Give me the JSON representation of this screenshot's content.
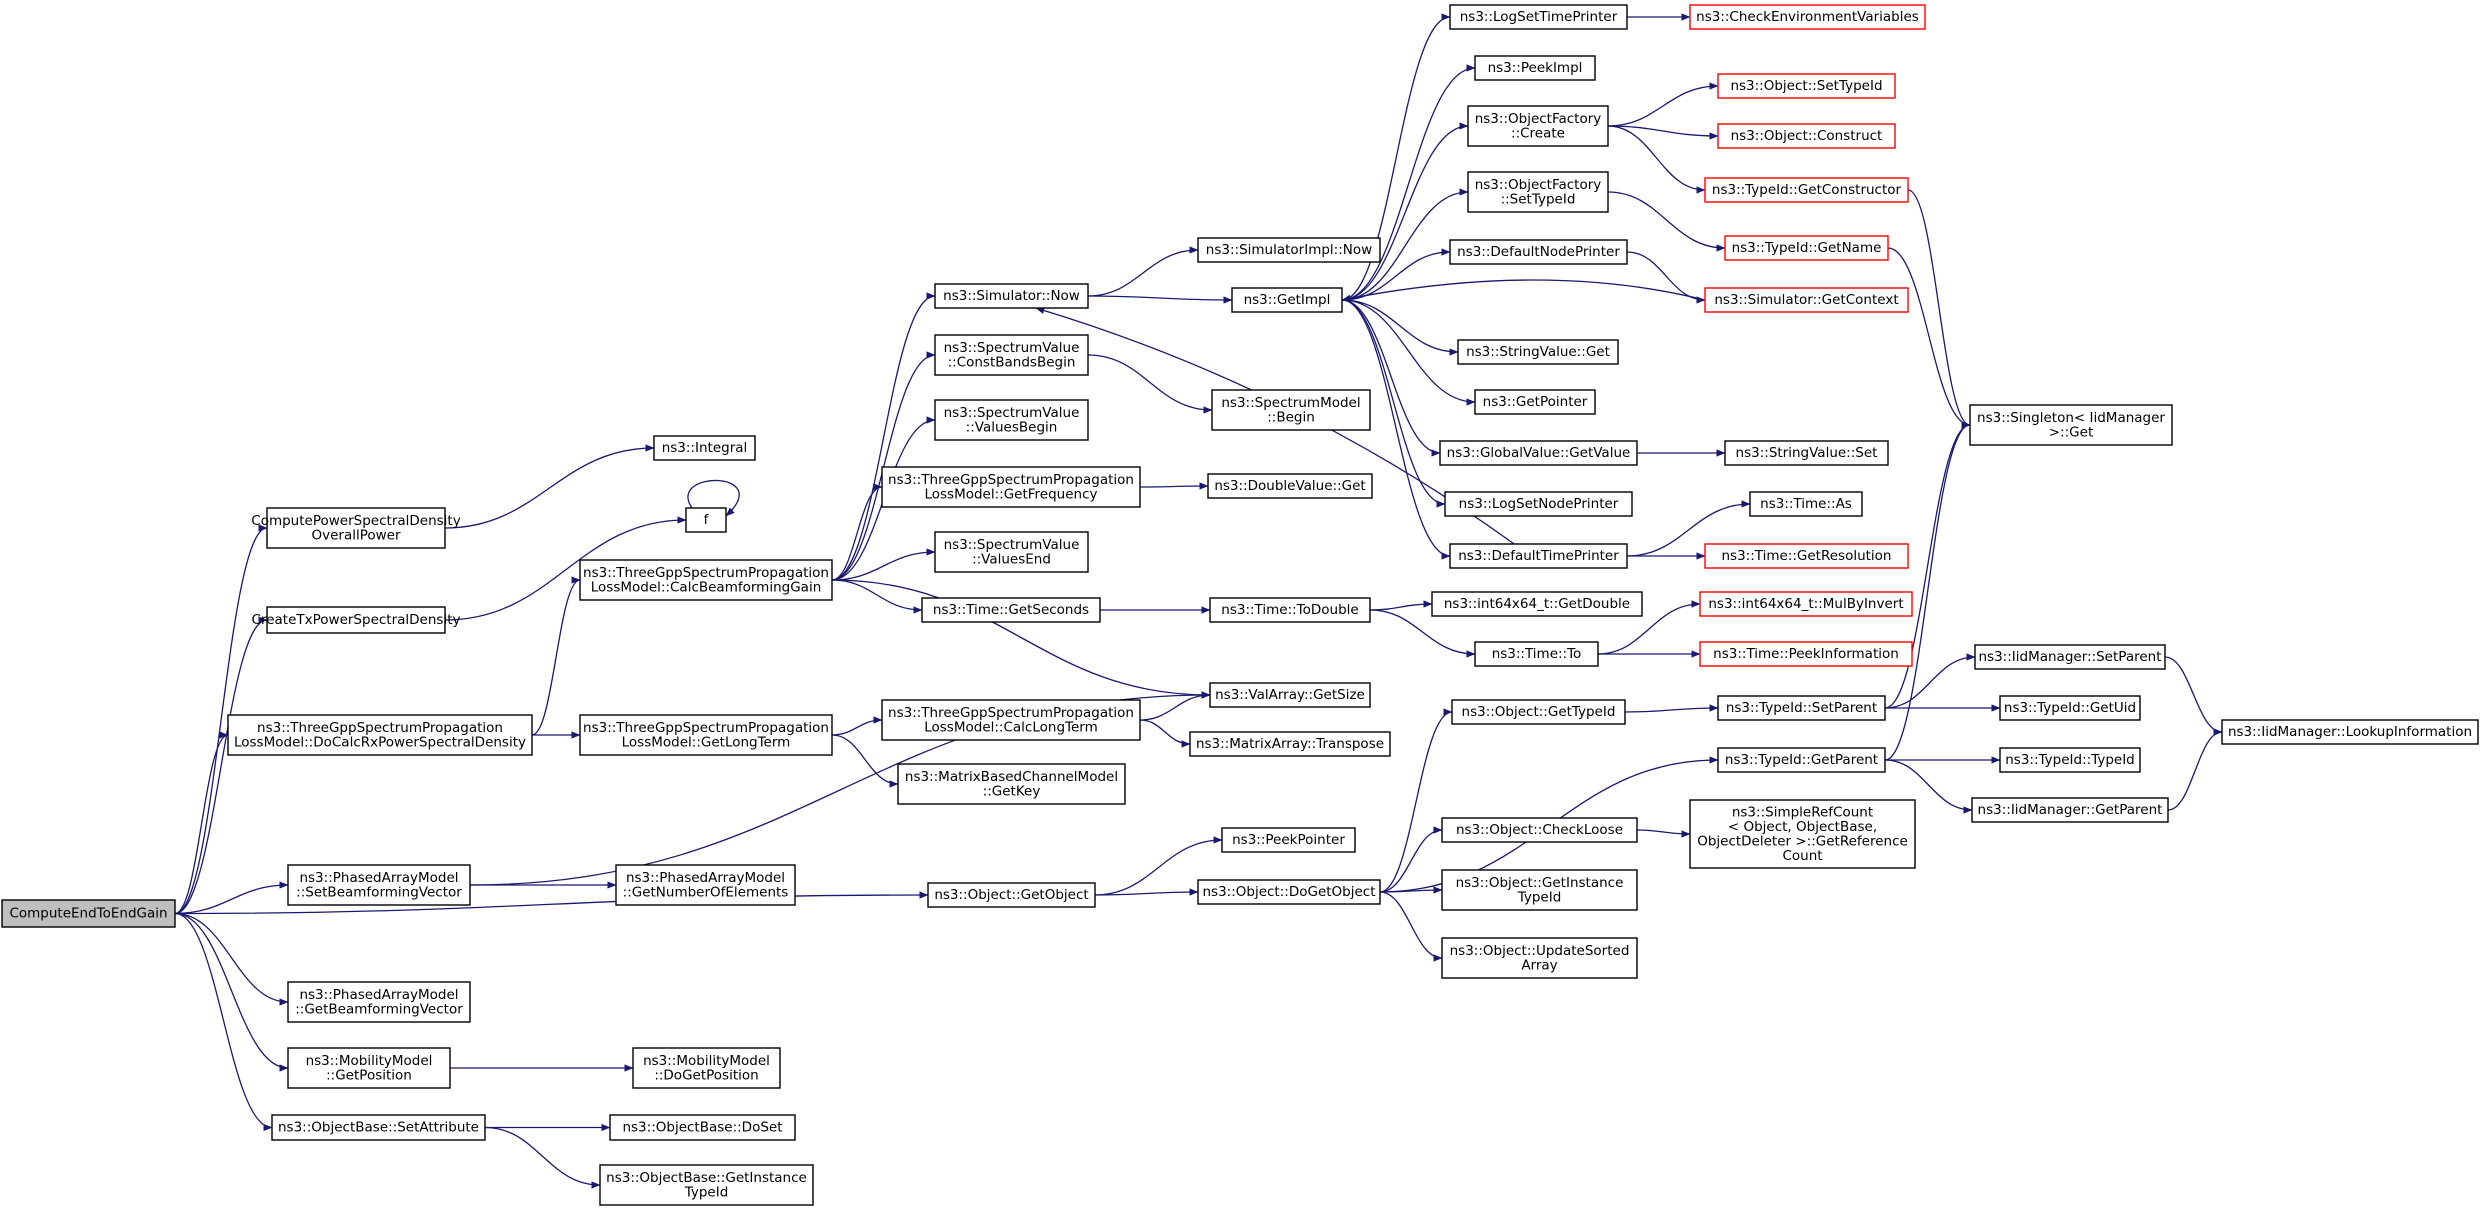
{
  "colors": {
    "edge": "#191970",
    "node_border": "#000000",
    "truncated_border": "#ff0000",
    "root_fill": "#bfbfbf",
    "background": "#ffffff"
  },
  "nodes": [
    {
      "id": "root",
      "lines": [
        "ComputeEndToEndGain"
      ],
      "root": true
    },
    {
      "id": "cpsdop",
      "lines": [
        "ComputePowerSpectralDensity",
        "OverallPower"
      ]
    },
    {
      "id": "integral",
      "lines": [
        "ns3::Integral"
      ]
    },
    {
      "id": "f",
      "lines": [
        "f"
      ]
    },
    {
      "id": "ctxpsd",
      "lines": [
        "CreateTxPowerSpectralDensity"
      ]
    },
    {
      "id": "docalc",
      "lines": [
        "ns3::ThreeGppSpectrumPropagation",
        "LossModel::DoCalcRxPowerSpectralDensity"
      ]
    },
    {
      "id": "calcbf",
      "lines": [
        "ns3::ThreeGppSpectrumPropagation",
        "LossModel::CalcBeamformingGain"
      ]
    },
    {
      "id": "getlong",
      "lines": [
        "ns3::ThreeGppSpectrumPropagation",
        "LossModel::GetLongTerm"
      ]
    },
    {
      "id": "setbf",
      "lines": [
        "ns3::PhasedArrayModel",
        "::SetBeamformingVector"
      ]
    },
    {
      "id": "getnum",
      "lines": [
        "ns3::PhasedArrayModel",
        "::GetNumberOfElements"
      ]
    },
    {
      "id": "getbf",
      "lines": [
        "ns3::PhasedArrayModel",
        "::GetBeamformingVector"
      ]
    },
    {
      "id": "getpos",
      "lines": [
        "ns3::MobilityModel",
        "::GetPosition"
      ]
    },
    {
      "id": "dogetpos",
      "lines": [
        "ns3::MobilityModel",
        "::DoGetPosition"
      ]
    },
    {
      "id": "setattr",
      "lines": [
        "ns3::ObjectBase::SetAttribute"
      ]
    },
    {
      "id": "doset",
      "lines": [
        "ns3::ObjectBase::DoSet"
      ]
    },
    {
      "id": "obgetinst",
      "lines": [
        "ns3::ObjectBase::GetInstance",
        "TypeId"
      ]
    },
    {
      "id": "simnow",
      "lines": [
        "ns3::Simulator::Now"
      ]
    },
    {
      "id": "cbb",
      "lines": [
        "ns3::SpectrumValue",
        "::ConstBandsBegin"
      ]
    },
    {
      "id": "vb",
      "lines": [
        "ns3::SpectrumValue",
        "::ValuesBegin"
      ]
    },
    {
      "id": "getfreq",
      "lines": [
        "ns3::ThreeGppSpectrumPropagation",
        "LossModel::GetFrequency"
      ]
    },
    {
      "id": "ve",
      "lines": [
        "ns3::SpectrumValue",
        "::ValuesEnd"
      ]
    },
    {
      "id": "getsec",
      "lines": [
        "ns3::Time::GetSeconds"
      ]
    },
    {
      "id": "calclong",
      "lines": [
        "ns3::ThreeGppSpectrumPropagation",
        "LossModel::CalcLongTerm"
      ]
    },
    {
      "id": "getkey",
      "lines": [
        "ns3::MatrixBasedChannelModel",
        "::GetKey"
      ]
    },
    {
      "id": "getobj",
      "lines": [
        "ns3::Object::GetObject"
      ]
    },
    {
      "id": "siminow",
      "lines": [
        "ns3::SimulatorImpl::Now"
      ]
    },
    {
      "id": "getimpl",
      "lines": [
        "ns3::GetImpl"
      ]
    },
    {
      "id": "smbegin",
      "lines": [
        "ns3::SpectrumModel",
        "::Begin"
      ]
    },
    {
      "id": "dvget",
      "lines": [
        "ns3::DoubleValue::Get"
      ]
    },
    {
      "id": "todouble",
      "lines": [
        "ns3::Time::ToDouble"
      ]
    },
    {
      "id": "timeto",
      "lines": [
        "ns3::Time::To"
      ]
    },
    {
      "id": "valget",
      "lines": [
        "ns3::ValArray::GetSize"
      ]
    },
    {
      "id": "transpose",
      "lines": [
        "ns3::MatrixArray::Transpose"
      ]
    },
    {
      "id": "peekptr",
      "lines": [
        "ns3::PeekPointer"
      ]
    },
    {
      "id": "dogetobj",
      "lines": [
        "ns3::Object::DoGetObject"
      ]
    },
    {
      "id": "lstp",
      "lines": [
        "ns3::LogSetTimePrinter"
      ]
    },
    {
      "id": "peekimpl",
      "lines": [
        "ns3::PeekImpl"
      ]
    },
    {
      "id": "ofcreate",
      "lines": [
        "ns3::ObjectFactory",
        "::Create"
      ]
    },
    {
      "id": "ofsettid",
      "lines": [
        "ns3::ObjectFactory",
        "::SetTypeId"
      ]
    },
    {
      "id": "dnp",
      "lines": [
        "ns3::DefaultNodePrinter"
      ]
    },
    {
      "id": "svget",
      "lines": [
        "ns3::StringValue::Get"
      ]
    },
    {
      "id": "getptr",
      "lines": [
        "ns3::GetPointer"
      ]
    },
    {
      "id": "gvget",
      "lines": [
        "ns3::GlobalValue::GetValue"
      ]
    },
    {
      "id": "lsnp",
      "lines": [
        "ns3::LogSetNodePrinter"
      ]
    },
    {
      "id": "dtp",
      "lines": [
        "ns3::DefaultTimePrinter"
      ]
    },
    {
      "id": "i64getd",
      "lines": [
        "ns3::int64x64_t::GetDouble"
      ]
    },
    {
      "id": "gettid",
      "lines": [
        "ns3::Object::GetTypeId"
      ]
    },
    {
      "id": "checkloose",
      "lines": [
        "ns3::Object::CheckLoose"
      ]
    },
    {
      "id": "getinst",
      "lines": [
        "ns3::Object::GetInstance",
        "TypeId"
      ]
    },
    {
      "id": "updsorted",
      "lines": [
        "ns3::Object::UpdateSorted",
        "Array"
      ]
    },
    {
      "id": "checkenv",
      "lines": [
        "ns3::CheckEnvironmentVariables"
      ],
      "truncated": true
    },
    {
      "id": "settypeid",
      "lines": [
        "ns3::Object::SetTypeId"
      ],
      "truncated": true
    },
    {
      "id": "construct",
      "lines": [
        "ns3::Object::Construct"
      ],
      "truncated": true
    },
    {
      "id": "getctor",
      "lines": [
        "ns3::TypeId::GetConstructor"
      ],
      "truncated": true
    },
    {
      "id": "getname",
      "lines": [
        "ns3::TypeId::GetName"
      ],
      "truncated": true
    },
    {
      "id": "getctx",
      "lines": [
        "ns3::Simulator::GetContext"
      ],
      "truncated": true
    },
    {
      "id": "svset",
      "lines": [
        "ns3::StringValue::Set"
      ]
    },
    {
      "id": "timeas",
      "lines": [
        "ns3::Time::As"
      ]
    },
    {
      "id": "getres",
      "lines": [
        "ns3::Time::GetResolution"
      ],
      "truncated": true
    },
    {
      "id": "mulbyinv",
      "lines": [
        "ns3::int64x64_t::MulByInvert"
      ],
      "truncated": true
    },
    {
      "id": "peekinfo",
      "lines": [
        "ns3::Time::PeekInformation"
      ],
      "truncated": true
    },
    {
      "id": "tidsetparent",
      "lines": [
        "ns3::TypeId::SetParent"
      ]
    },
    {
      "id": "tidgetparent",
      "lines": [
        "ns3::TypeId::GetParent"
      ]
    },
    {
      "id": "simplerefcount",
      "lines": [
        "ns3::SimpleRefCount",
        "< Object, ObjectBase,",
        "ObjectDeleter >::GetReference",
        "Count"
      ]
    },
    {
      "id": "singleton",
      "lines": [
        "ns3::Singleton< IidManager",
        ">::Get"
      ]
    },
    {
      "id": "iidsetparent",
      "lines": [
        "ns3::IidManager::SetParent"
      ]
    },
    {
      "id": "tidgetuid",
      "lines": [
        "ns3::TypeId::GetUid"
      ]
    },
    {
      "id": "tidtypeid",
      "lines": [
        "ns3::TypeId::TypeId"
      ]
    },
    {
      "id": "iidgetparent",
      "lines": [
        "ns3::IidManager::GetParent"
      ]
    },
    {
      "id": "lookup",
      "lines": [
        "ns3::IidManager::LookupInformation"
      ]
    }
  ]
}
